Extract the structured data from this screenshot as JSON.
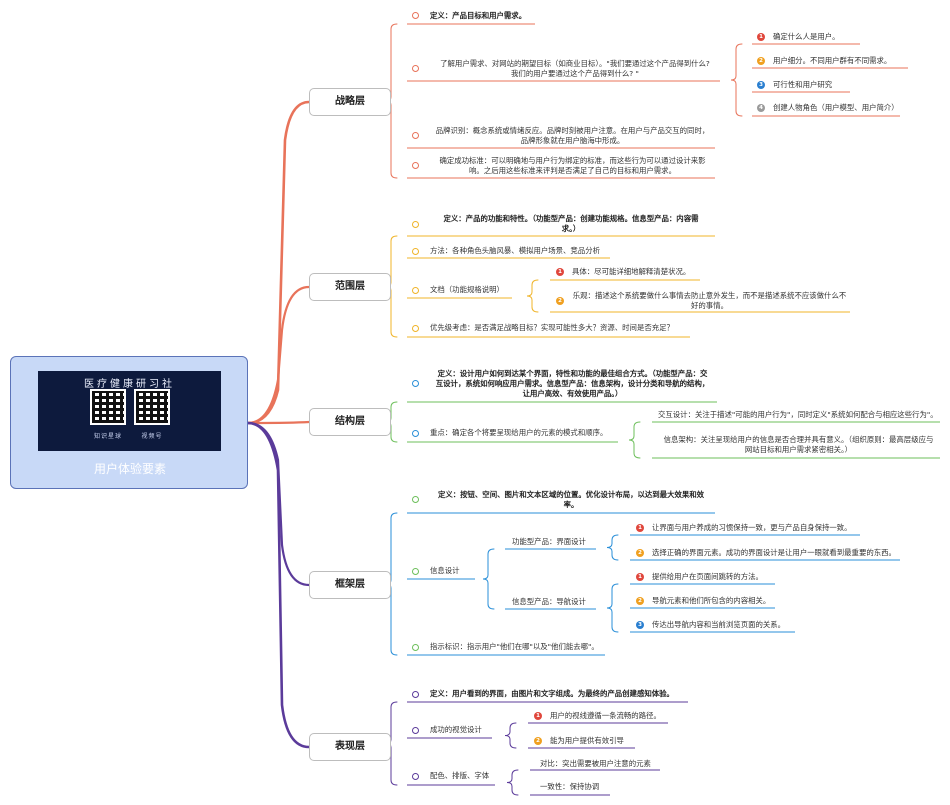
{
  "root": {
    "title": "用户体验要素",
    "qr_title": "医疗健康研习社",
    "qr_left_caption": "知识星球",
    "qr_right_caption": "视频号"
  },
  "colors": {
    "strategy": "#e8735a",
    "scope": "#f0b429",
    "structure": "#6dbf5b",
    "skeleton": "#2a8fd8",
    "surface": "#5b3b9a",
    "badge_red": "#e0473c",
    "badge_orange": "#f0a020",
    "badge_blue": "#2a7fd0",
    "badge_gray": "#9a9a9a"
  },
  "layers": {
    "strategy": {
      "label": "战略层",
      "definition": "定义：产品目标和用户需求。",
      "goal_line1": "了解用户需求、对网站的期望目标（如商业目标）。\"我们要通过这个产品得到什么?",
      "goal_line2": "我们的用户要通过这个产品得到什么? \"",
      "sub": [
        "确定什么人是用户。",
        "用户细分。不同用户群有不同需求。",
        "可行性和用户研究",
        "创建人物角色（用户模型、用户简介）"
      ],
      "brand_line1": "品牌识别：概念系统或情绪反应。品牌时刻被用户注意。在用户与产品交互的同时，",
      "brand_line2": "品牌形象就在用户脑海中形成。",
      "metric_line1": "确定成功标准：可以明确地与用户行为绑定的标准，而这些行为可以通过设计来影",
      "metric_line2": "响。之后用这些标准来评判是否满足了自己的目标和用户需求。"
    },
    "scope": {
      "label": "范围层",
      "def_line1": "定义：产品的功能和特性。（功能型产品：创建功能规格。信息型产品：内容需",
      "def_line2": "求。）",
      "method": "方法：各种角色头脑风暴、模拟用户场景、竞品分析",
      "doc": "文档（功能规格说明）",
      "doc_specific": "具体：尽可能详细地解释清楚状况。",
      "doc_positive_line1": "乐观：描述这个系统要做什么事情去防止意外发生，而不是描述系统不应该做什么不",
      "doc_positive_line2": "好的事情。",
      "priority": "优先级考虑：是否满足战略目标？实现可能性多大？资源、时间是否充足？"
    },
    "structure": {
      "label": "结构层",
      "def_line1": "定义：设计用户如何到达某个界面，特性和功能的最佳组合方式。（功能型产品：交",
      "def_line2": "互设计，系统如何响应用户需求。信息型产品：信息架构，设计分类和导航的结构，",
      "def_line3": "让用户高效、有效使用产品。）",
      "focus": "重点：确定各个将要呈现给用户的元素的模式和顺序。",
      "interaction": "交互设计：关注于描述\"可能的用户行为\"，同时定义\"系统如何配合与相应这些行为\"。",
      "ia_line1": "信息架构：关注呈现给用户的信息是否合理并具有意义。（组织原则：最高层级应与",
      "ia_line2": "网站目标和用户需求紧密相关。）"
    },
    "skeleton": {
      "label": "框架层",
      "def_line1": "定义：按钮、空间、图片和文本区域的位置。优化设计布局，以达到最大效果和效",
      "def_line2": "率。",
      "info_design": "信息设计",
      "functional": "功能型产品：界面设计",
      "functional_items": [
        "让界面与用户养成的习惯保持一致，更与产品自身保持一致。",
        "选择正确的界面元素。成功的界面设计是让用户一眼就看到最重要的东西。"
      ],
      "informational": "信息型产品：导航设计",
      "informational_items": [
        "提供给用户在页面间跳转的方法。",
        "导航元素和他们所包含的内容相关。",
        "传达出导航内容和当前浏览页面的关系。"
      ],
      "indicator": "指示标识：指示用户\"他们在哪\"以及\"他们能去哪\"。"
    },
    "surface": {
      "label": "表现层",
      "definition": "定义：用户看到的界面，由图片和文字组成。为最终的产品创建感知体验。",
      "visual": "成功的视觉设计",
      "visual_items": [
        "用户的视线遵循一条流畅的路径。",
        "能为用户提供有效引导"
      ],
      "color": "配色、排版、字体",
      "color_items": [
        "对比：突出需要被用户注意的元素",
        "一致性：保持协调"
      ]
    }
  }
}
